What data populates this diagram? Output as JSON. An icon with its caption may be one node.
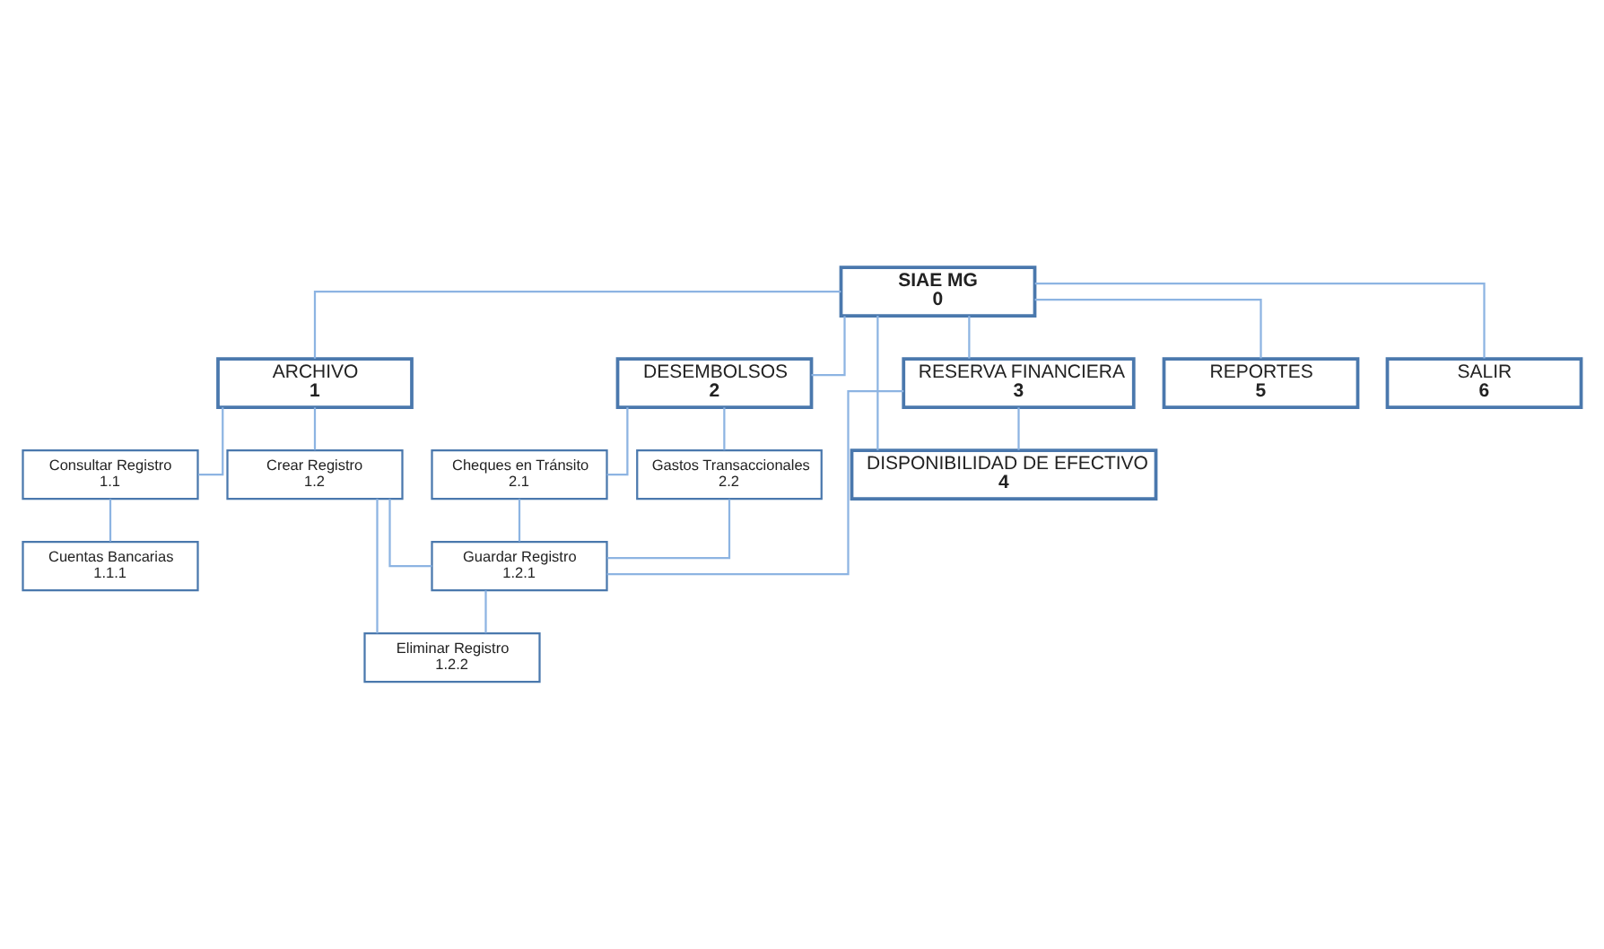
{
  "diagram": {
    "nodes": [
      {
        "text": [
          "SIAE MG",
          "0"
        ]
      },
      {
        "text": [
          "ARCHIVO",
          "1"
        ]
      },
      {
        "text": [
          "DESEMBOLSOS",
          "2"
        ]
      },
      {
        "text": [
          "RESERVA FINANCIERA",
          "3"
        ]
      },
      {
        "text": [
          "Consultar Registro",
          "1.1"
        ]
      },
      {
        "text": [
          "Cuentas Bancarias",
          "1.1.1"
        ]
      },
      {
        "text": [
          "Cheques en Tránsito",
          "2.1"
        ]
      },
      {
        "text": [
          "Gastos Transaccionales",
          "2.2"
        ]
      },
      {
        "text": [
          "DISPONIBILIDAD DE EFECTIVO",
          "4"
        ]
      },
      {
        "text": [
          "Crear Registro",
          "1.2"
        ]
      },
      {
        "text": [
          "REPORTES",
          "5"
        ]
      },
      {
        "text": [
          "Guardar Registro",
          "1.2.1"
        ]
      },
      {
        "text": [
          "SALIR",
          "6"
        ]
      },
      {
        "text": [
          "Eliminar Registro",
          "1.2.2"
        ]
      }
    ],
    "edges": [
      {
        "from": 0,
        "to": 1,
        "arrow": "none"
      },
      {
        "from": 0,
        "to": 2,
        "arrow": "none"
      },
      {
        "from": 0,
        "to": 3,
        "arrow": "none"
      },
      {
        "from": 0,
        "to": 8,
        "arrow": "none"
      },
      {
        "from": 0,
        "to": 10,
        "arrow": "none"
      },
      {
        "from": 0,
        "to": 12,
        "arrow": "none"
      },
      {
        "from": 1,
        "to": 4,
        "arrow": "none"
      },
      {
        "from": 4,
        "to": 5,
        "arrow": "none"
      },
      {
        "from": 1,
        "to": 9,
        "arrow": "none"
      },
      {
        "from": 9,
        "to": 11,
        "arrow": "none"
      },
      {
        "from": 11,
        "to": 13,
        "arrow": "none"
      },
      {
        "from": 9,
        "to": 13,
        "arrow": "none"
      },
      {
        "from": 2,
        "to": 6,
        "arrow": "none"
      },
      {
        "from": 2,
        "to": 7,
        "arrow": "none"
      },
      {
        "from": 6,
        "to": 11,
        "arrow": "none"
      },
      {
        "from": 7,
        "to": 11,
        "arrow": "none"
      },
      {
        "from": 3,
        "to": 11,
        "arrow": "none"
      },
      {
        "from": 3,
        "to": 8,
        "arrow": "none"
      }
    ]
  }
}
